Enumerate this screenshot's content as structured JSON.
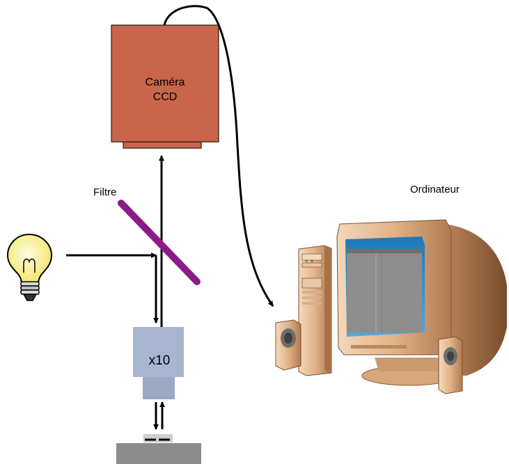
{
  "camera": {
    "line1": "Caméra",
    "line2": "CCD"
  },
  "filter": {
    "label": "Filtre"
  },
  "computer": {
    "label": "Ordinateur"
  },
  "objective": {
    "label": "x10"
  },
  "colors": {
    "camera_body": "#C8654A",
    "filter": "#8B1C87",
    "objective": "#A9B5CF",
    "stage": "#8C8C8C",
    "lamp_bulb": "#F9F292",
    "monitor_beige": "#E4B48C",
    "screen_blue": "#2A89C4"
  }
}
